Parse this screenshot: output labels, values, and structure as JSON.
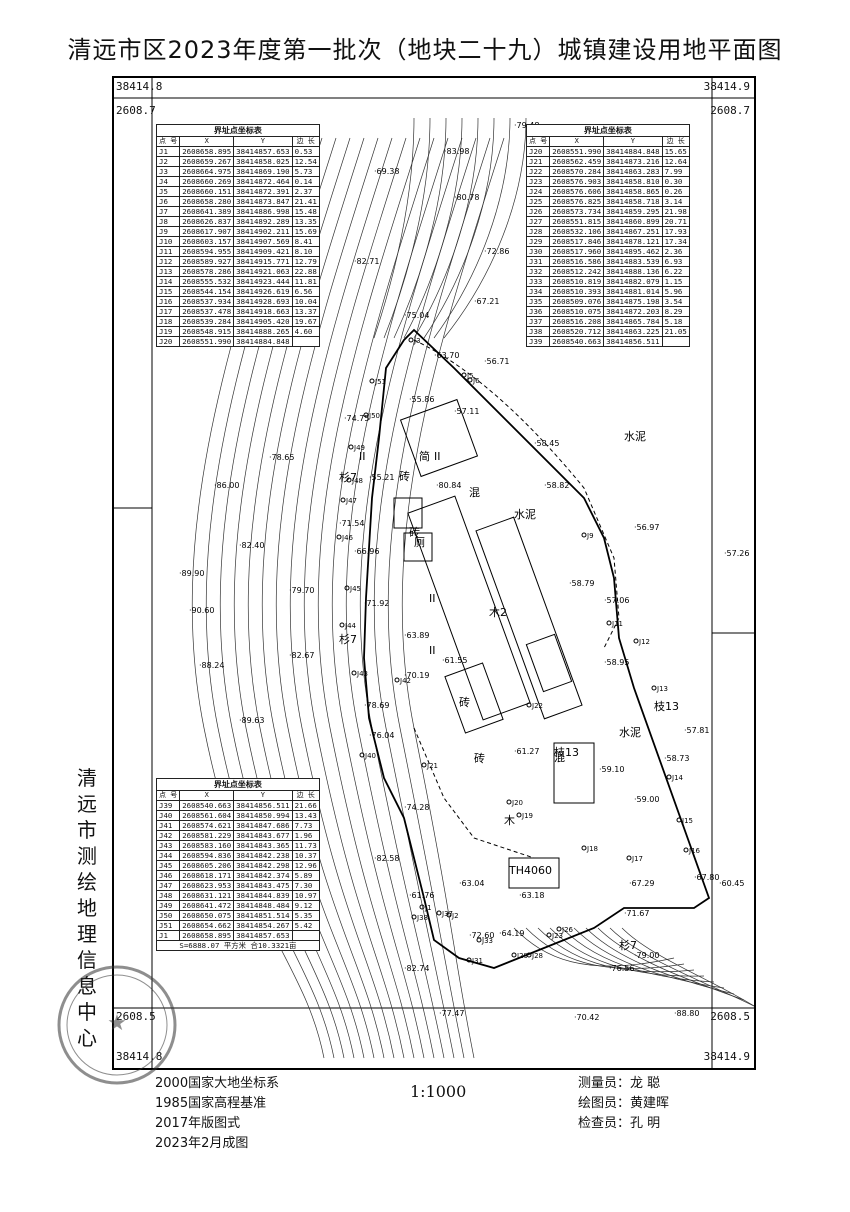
{
  "title": "清远市区2023年度第一批次（地块二十九）城镇建设用地平面图",
  "side_text": "清远市测绘地理信息中心",
  "frame_coords": {
    "tl_y": "38414.8",
    "tr_y": "38414.9",
    "tl_x": "2608.7",
    "tr_x": "2608.7",
    "bl_x": "2608.5",
    "br_x": "2608.5",
    "bl_y": "38414.8",
    "br_y": "38414.9"
  },
  "table1": {
    "caption": "界址点坐标表",
    "headers": [
      "点 号",
      "X",
      "Y",
      "边 长"
    ],
    "rows": [
      [
        "J1",
        "2608658.895",
        "38414857.653",
        "0.53"
      ],
      [
        "J2",
        "2608659.267",
        "38414858.025",
        "12.54"
      ],
      [
        "J3",
        "2608664.975",
        "38414869.190",
        "5.73"
      ],
      [
        "J4",
        "2608660.269",
        "38414872.464",
        "0.14"
      ],
      [
        "J5",
        "2608660.151",
        "38414872.391",
        "2.37"
      ],
      [
        "J6",
        "2608658.280",
        "38414873.847",
        "21.41"
      ],
      [
        "J7",
        "2608641.389",
        "38414886.998",
        "15.48"
      ],
      [
        "J8",
        "2608626.837",
        "38414892.289",
        "13.35"
      ],
      [
        "J9",
        "2608617.907",
        "38414902.211",
        "15.69"
      ],
      [
        "J10",
        "2608603.157",
        "38414907.569",
        "8.41"
      ],
      [
        "J11",
        "2608594.955",
        "38414909.421",
        "8.10"
      ],
      [
        "J12",
        "2608589.927",
        "38414915.771",
        "12.79"
      ],
      [
        "J13",
        "2608578.286",
        "38414921.063",
        "22.88"
      ],
      [
        "J14",
        "2608555.532",
        "38414923.444",
        "11.81"
      ],
      [
        "J15",
        "2608544.154",
        "38414926.619",
        "6.56"
      ],
      [
        "J16",
        "2608537.934",
        "38414928.693",
        "10.04"
      ],
      [
        "J17",
        "2608537.478",
        "38414918.663",
        "13.37"
      ],
      [
        "J18",
        "2608539.284",
        "38414905.420",
        "19.67"
      ],
      [
        "J19",
        "2608548.915",
        "38414888.265",
        "4.60"
      ],
      [
        "J20",
        "2608551.990",
        "38414884.848",
        ""
      ]
    ]
  },
  "table2": {
    "caption": "界址点坐标表",
    "headers": [
      "点 号",
      "X",
      "Y",
      "边 长"
    ],
    "rows": [
      [
        "J20",
        "2608551.990",
        "38414884.848",
        "15.65"
      ],
      [
        "J21",
        "2608562.459",
        "38414873.216",
        "12.64"
      ],
      [
        "J22",
        "2608570.284",
        "38414863.283",
        "7.99"
      ],
      [
        "J23",
        "2608576.903",
        "38414858.810",
        "0.30"
      ],
      [
        "J24",
        "2608576.606",
        "38414858.865",
        "0.26"
      ],
      [
        "J25",
        "2608576.825",
        "38414858.718",
        "3.14"
      ],
      [
        "J26",
        "2608573.734",
        "38414859.295",
        "21.98"
      ],
      [
        "J27",
        "2608551.815",
        "38414860.899",
        "20.71"
      ],
      [
        "J28",
        "2608532.106",
        "38414867.251",
        "17.93"
      ],
      [
        "J29",
        "2608517.846",
        "38414878.121",
        "17.34"
      ],
      [
        "J30",
        "2608517.960",
        "38414895.462",
        "2.36"
      ],
      [
        "J31",
        "2608516.586",
        "38414883.539",
        "6.93"
      ],
      [
        "J32",
        "2608512.242",
        "38414888.136",
        "6.22"
      ],
      [
        "J33",
        "2608510.819",
        "38414882.079",
        "1.15"
      ],
      [
        "J34",
        "2608510.393",
        "38414881.014",
        "5.96"
      ],
      [
        "J35",
        "2608509.076",
        "38414875.198",
        "3.54"
      ],
      [
        "J36",
        "2608510.075",
        "38414872.203",
        "8.29"
      ],
      [
        "J37",
        "2608516.208",
        "38414865.784",
        "5.18"
      ],
      [
        "J38",
        "2608520.712",
        "38414863.225",
        "21.05"
      ],
      [
        "J39",
        "2608540.663",
        "38414856.511",
        ""
      ]
    ]
  },
  "table3": {
    "caption": "界址点坐标表",
    "headers": [
      "点 号",
      "X",
      "Y",
      "边 长"
    ],
    "rows": [
      [
        "J39",
        "2608540.663",
        "38414856.511",
        "21.66"
      ],
      [
        "J40",
        "2608561.604",
        "38414850.994",
        "13.43"
      ],
      [
        "J41",
        "2608574.621",
        "38414847.686",
        "7.73"
      ],
      [
        "J42",
        "2608581.229",
        "38414843.677",
        "1.96"
      ],
      [
        "J43",
        "2608583.160",
        "38414843.365",
        "11.73"
      ],
      [
        "J44",
        "2608594.836",
        "38414842.238",
        "10.37"
      ],
      [
        "J45",
        "2608605.206",
        "38414842.298",
        "12.96"
      ],
      [
        "J46",
        "2608618.171",
        "38414842.374",
        "5.89"
      ],
      [
        "J47",
        "2608623.953",
        "38414843.475",
        "7.30"
      ],
      [
        "J48",
        "2608631.121",
        "38414844.839",
        "10.97"
      ],
      [
        "J49",
        "2608641.472",
        "38414848.484",
        "9.12"
      ],
      [
        "J50",
        "2608650.075",
        "38414851.514",
        "5.35"
      ],
      [
        "J51",
        "2608654.662",
        "38414854.267",
        "5.42"
      ],
      [
        "J1",
        "2608658.895",
        "38414857.653",
        ""
      ]
    ],
    "summary": "S=6888.07 平方米 合10.3321亩"
  },
  "map_labels": {
    "elevations": [
      "83.98",
      "69.38",
      "79.48",
      "80.78",
      "72.86",
      "67.21",
      "82.71",
      "75.04",
      "63.70",
      "56.71",
      "55.86",
      "57.11",
      "58.45",
      "58.82",
      "56.97",
      "57.26",
      "58.79",
      "57.06",
      "86.00",
      "78.65",
      "74.75",
      "80.84",
      "55.21",
      "71.54",
      "66.96",
      "82.40",
      "89.90",
      "79.70",
      "71.92",
      "90.60",
      "63.89",
      "61.55",
      "88.24",
      "82.67",
      "70.19",
      "58.95",
      "89.63",
      "78.69",
      "57.81",
      "58.73",
      "76.04",
      "61.27",
      "59.10",
      "59.00",
      "67.80",
      "74.28",
      "82.58",
      "61.76",
      "63.04",
      "63.18",
      "67.29",
      "60.45",
      "71.67",
      "72.60",
      "64.19",
      "79.00",
      "82.74",
      "76.56",
      "70.42",
      "77.47",
      "88.80"
    ],
    "materials": [
      "水泥",
      "水泥",
      "水泥",
      "砖",
      "砖",
      "砖",
      "砖",
      "混",
      "混",
      "简",
      "厕",
      "木2",
      "木",
      "枝13",
      "枝13",
      "杉7",
      "杉7",
      "杉7",
      "II",
      "II",
      "II",
      "II",
      "TH4060"
    ],
    "points": [
      "J1",
      "J2",
      "J3",
      "J5",
      "J6",
      "J9",
      "J11",
      "J12",
      "J13",
      "J14",
      "J15",
      "J16",
      "J17",
      "J18",
      "J19",
      "J20",
      "J21",
      "J22",
      "J23",
      "J26",
      "J28",
      "J29",
      "J31",
      "J33",
      "J37",
      "J38",
      "J40",
      "J42",
      "J43",
      "J44",
      "J45",
      "J46",
      "J47",
      "J48",
      "J49",
      "J50",
      "J51"
    ]
  },
  "footer": {
    "datum1": "2000国家大地坐标系",
    "datum2": "1985国家高程基准",
    "spec": "2017年版图式",
    "date": "2023年2月成图",
    "scale": "1:1000",
    "surveyor": "测量员：龙  聪",
    "drafter": "绘图员：黄建晖",
    "checker": "检查员：孔  明"
  },
  "stamp": "清远市测绘地理信息中心 测绘成果专用章"
}
